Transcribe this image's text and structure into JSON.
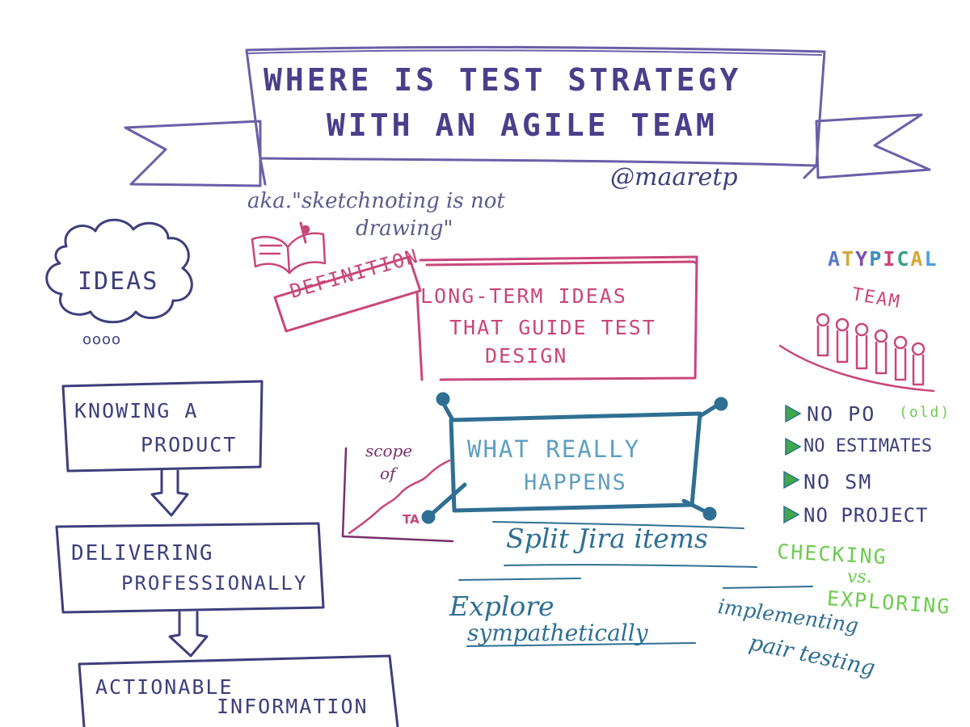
{
  "title": {
    "line1": "WHERE IS TEST STRATEGY",
    "line2": "WITH AN AGILE TEAM"
  },
  "author": "@maaretp",
  "aka": {
    "line1": "aka.\"sketchnoting is not",
    "line2": "drawing\""
  },
  "flow": {
    "ideas": "IDEAS",
    "ideas_dots": "oooo",
    "knowing_line1": "KNOWING A",
    "knowing_line2": "PRODUCT",
    "delivering_line1": "DELIVERING",
    "delivering_line2": "PROFESSIONALLY",
    "actionable_line1": "ACTIONABLE",
    "actionable_line2": "INFORMATION"
  },
  "definition": {
    "label": "DEFINITION",
    "text_line1": "LONG-TERM IDEAS",
    "text_line2": "THAT GUIDE TEST",
    "text_line3": "DESIGN"
  },
  "what_really_happens": {
    "line1": "WHAT REALLY",
    "line2": "HAPPENS"
  },
  "scope": {
    "line1": "scope",
    "line2": "of",
    "axis_label": "TA"
  },
  "notes": {
    "split": "Split Jira items",
    "explore_line1": "Explore",
    "explore_line2": "sympathetically",
    "impl_line1": "implementing",
    "impl_line2": "pair testing"
  },
  "atypical": {
    "word": [
      "A",
      "T",
      "Y",
      "P",
      "I",
      "C",
      "A",
      "L"
    ],
    "letter_colors": [
      "#5a78c8",
      "#d2a93a",
      "#7a4fb0",
      "#3b8fc0",
      "#c9467a",
      "#3aa08a",
      "#d2a93a",
      "#4aa0e0"
    ],
    "team": "TEAM",
    "team_color": "#c9467a"
  },
  "bullets": [
    {
      "text": "NO PO",
      "extra": "(old)"
    },
    {
      "text": "NO ESTIMATES",
      "extra": ""
    },
    {
      "text": "NO SM",
      "extra": ""
    },
    {
      "text": "NO PROJECT",
      "extra": ""
    }
  ],
  "checking": {
    "line1": "CHECKING",
    "line2": "vs.",
    "line3": "EXPLORING"
  },
  "colors": {
    "navy": "#3d3f7c",
    "pink": "#c9467a",
    "teal": "#2f6f93",
    "green": "#6ccc4e",
    "purple": "#4b3e8a",
    "bullet_green": "#3fa84a"
  }
}
